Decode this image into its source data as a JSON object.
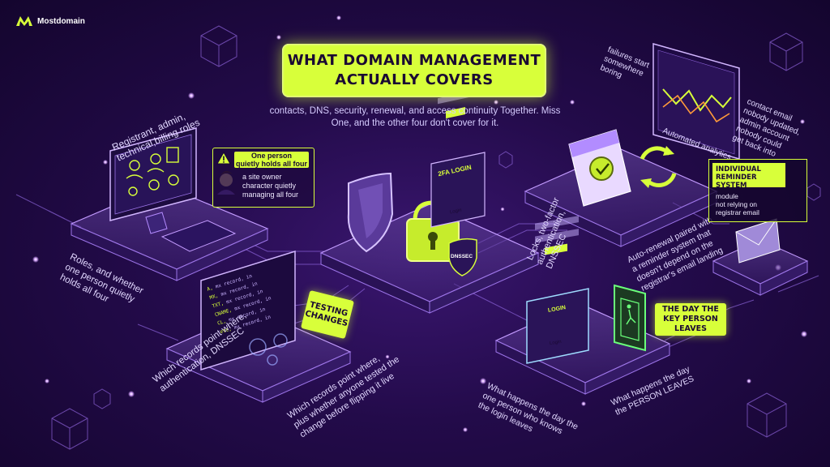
{
  "brand": {
    "name": "Mostdomain"
  },
  "title": "WHAT DOMAIN MANAGEMENT\nACTUALLY COVERS",
  "subtitle": "contacts, DNS, security, renewal, and access continuity Together. Miss One, and the other four don't cover for it.",
  "labels": {
    "roles_top": "Registrant, admin,\ntechnical,billing roles",
    "roles_bottom": "Roles, and whether\none person quietly\nholds all four",
    "security": "Locks, two-factor\nauthentication,\nDNSSEC",
    "dns_left": "Which records point where,\nauthentication, DNSSEC",
    "dns_right": "Which records point where,\nplus whether anyone tested the\nchange before flipping it live",
    "failures": "failures start\nsomewhere\nboring",
    "analytics": "Automated analytics",
    "contact_email": "contact email\nnobody updated,\nadmin account\nnobody could\nget back into",
    "renewal": "Auto-renewal paired with\na reminder system that\ndoesn't depend on the\nregistrar's email landing",
    "login_leaves": "What happens the day the\none person who knows\nthe login leaves",
    "person_leaves": "What happens the day\nthe PERSON LEAVES"
  },
  "callouts": {
    "warning_head": "One person\nquietly holds all four",
    "warning_body": "a site owner\ncharacter quietly\nmanaging all four",
    "reminder_head": "INDIVIDUAL\nREMINDER\nSYSTEM",
    "reminder_body": "module\nnot relying on\nregistrar email",
    "leaves": "THE DAY THE\nKEY PERSON\nLEAVES",
    "testing": "TESTING\nCHANGES"
  },
  "screens": {
    "login_2fa": "2FA LOGIN",
    "login_btn": "Login",
    "dnssec": "DNSSEC",
    "login": "LOGIN",
    "login_btn2": "Login",
    "dns_lines": [
      "A,",
      "MX,",
      "TXT,",
      "CNAME,",
      "CL,",
      "etc,"
    ],
    "dns_suffix": "mx record, in"
  },
  "colors": {
    "accent": "#d8ff3a",
    "bg": "#230b4a",
    "glow": "#c07cff"
  }
}
